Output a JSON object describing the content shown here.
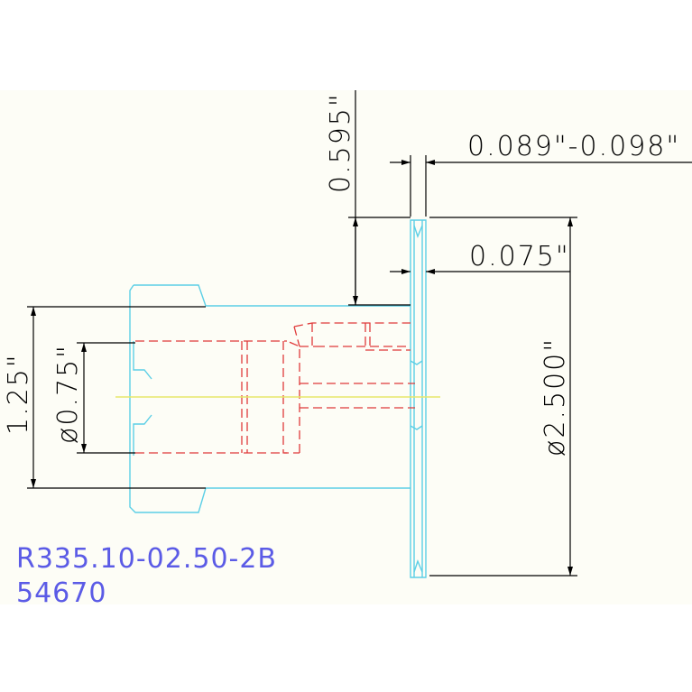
{
  "drawing": {
    "dimensions": {
      "blade_width_range": "0.089\"-0.098\"",
      "depth": "0.595\"",
      "kerf": "0.075\"",
      "outer_diameter": "ø2.500\"",
      "overall_length": "1.25\"",
      "shank_diameter": "ø0.75\""
    },
    "part_number": "R335.10-02.50-2B",
    "item_number": "54670",
    "colors": {
      "background_band": "#fdfdf6",
      "body_outline": "#5ccfe6",
      "hidden_lines": "#e03a3a",
      "center_line": "#e8e86a",
      "dimension_lines": "#000000",
      "label_text": "#5b5be6"
    }
  }
}
